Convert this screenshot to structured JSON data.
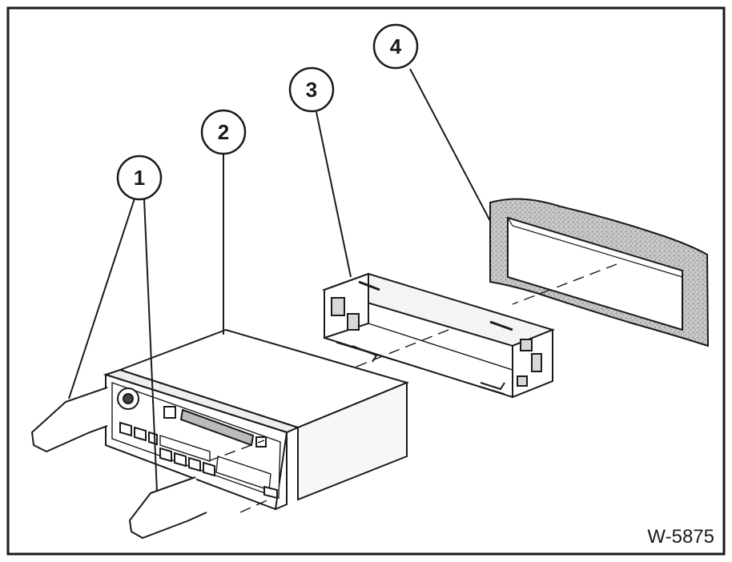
{
  "callouts": [
    "1",
    "2",
    "3",
    "4"
  ],
  "figure_code": "W-5875",
  "colors": {
    "ink": "#1a1a1a",
    "paper": "#ffffff",
    "seal": "#bdbdbd"
  }
}
